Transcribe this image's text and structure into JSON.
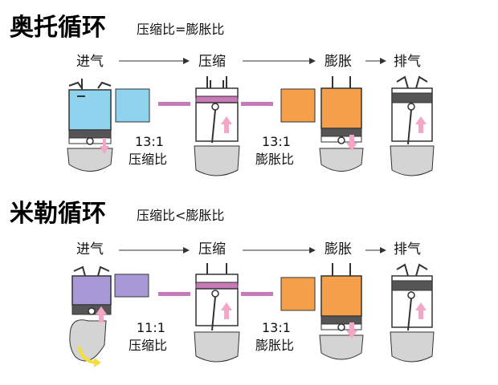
{
  "colors": {
    "intake": "#8fd3ef",
    "miller_intake": "#a898d6",
    "combustion": "#f4a04a",
    "compress_bar": "#c77ab7",
    "arrow_pink": "#f3a6c6",
    "metal": "#d4d4d4",
    "yellow_arrow": "#f4df3a"
  },
  "otto": {
    "title": "奥托循环",
    "subtitle": "压缩比=膨胀比",
    "stages": [
      "进气",
      "压缩",
      "膨胀",
      "排气"
    ],
    "compression": {
      "ratio": "13:1",
      "label": "压缩比"
    },
    "expansion": {
      "ratio": "13:1",
      "label": "膨胀比"
    }
  },
  "miller": {
    "title": "米勒循环",
    "subtitle": "压缩比<膨胀比",
    "stages": [
      "进气",
      "压缩",
      "膨胀",
      "排气"
    ],
    "compression": {
      "ratio": "11:1",
      "label": "压缩比"
    },
    "expansion": {
      "ratio": "13:1",
      "label": "膨胀比"
    }
  }
}
